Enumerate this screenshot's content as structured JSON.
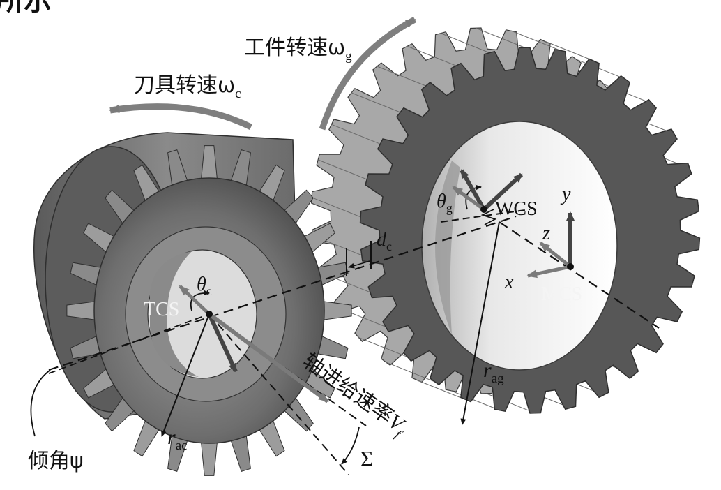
{
  "heading_fragment": "所示",
  "labels": {
    "workpiece_speed": "工件转速ω",
    "workpiece_speed_sub": "g",
    "tool_speed": "刀具转速ω",
    "tool_speed_sub": "c",
    "axial_feed": "轴进给速率",
    "axial_feed_var": "V",
    "axial_feed_sub": "f",
    "tilt_angle": "倾角ψ",
    "sigma": "Σ",
    "wcs": "WCS",
    "mcs": "MCS",
    "tcs": "TCS",
    "axis_x": "x",
    "axis_y": "y",
    "axis_z": "z",
    "theta_g": "θ",
    "theta_g_sub": "g",
    "theta_c": "θ",
    "theta_c_sub": "c",
    "d_c": "d",
    "d_c_sub": "c",
    "r_ag": "r",
    "r_ag_sub": "ag",
    "r_ac": "r",
    "r_ac_sub": "ac"
  },
  "colors": {
    "gear_dark": "#555555",
    "gear_mid": "#777777",
    "gear_light": "#a6a6a6",
    "arrow_gray": "#808080",
    "line_black": "#111111"
  }
}
